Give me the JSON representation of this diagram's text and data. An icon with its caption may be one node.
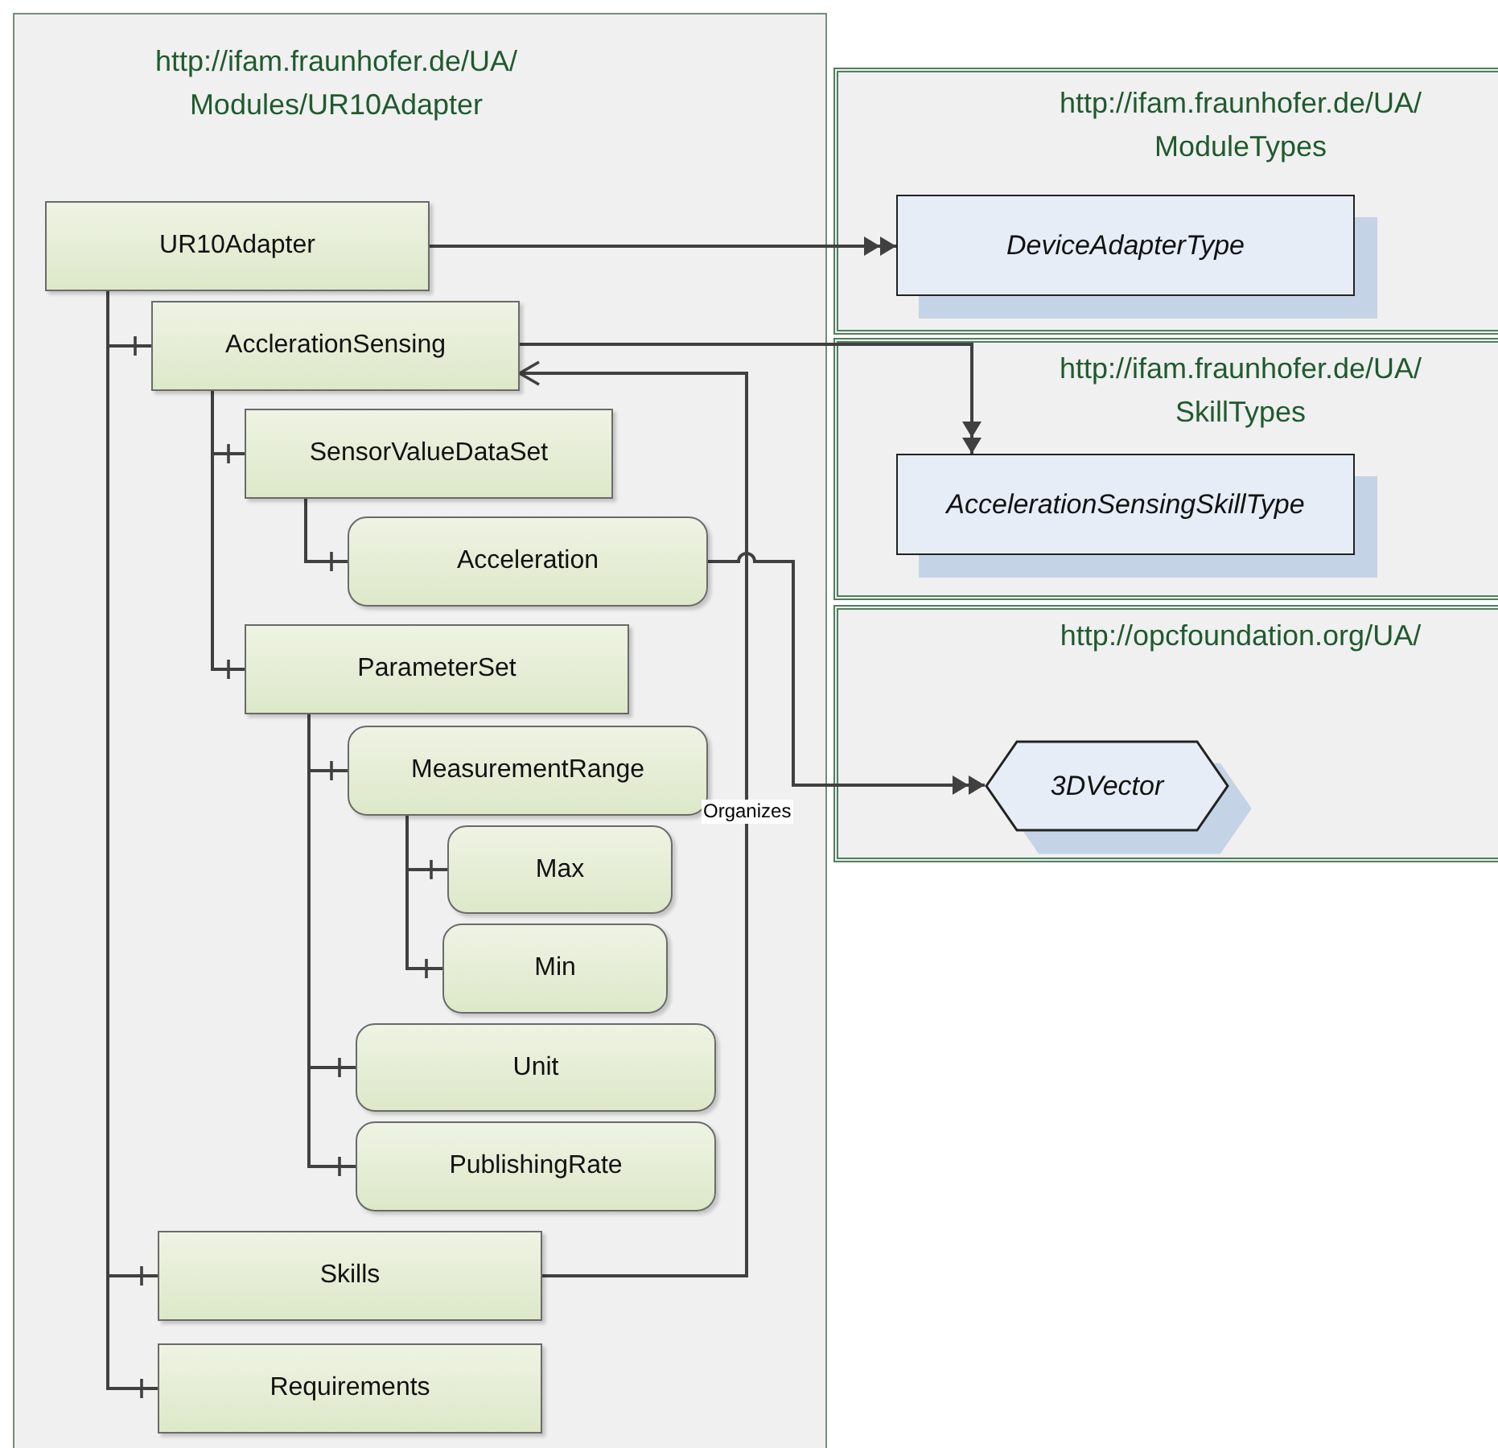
{
  "diagram": {
    "nodes": [
      {
        "text": [
          "http://ifam.fraunhofer.de/UA/ Modules/UR10Adapter"
        ]
      },
      {
        "text": [
          "UR10Adapter"
        ],
        "in": 0
      },
      {
        "text": [
          "AcclerationSensing"
        ],
        "in": 0
      },
      {
        "text": [
          "SensorValueDataSet"
        ],
        "in": 0
      },
      {
        "text": [
          "Acceleration"
        ],
        "in": 0
      },
      {
        "text": [
          "ParameterSet"
        ],
        "in": 0
      },
      {
        "text": [
          "MeasurementRange"
        ],
        "in": 0
      },
      {
        "text": [
          "Max"
        ],
        "in": 0
      },
      {
        "text": [
          "Min"
        ],
        "in": 0
      },
      {
        "text": [
          "Unit"
        ],
        "in": 0
      },
      {
        "text": [
          "PublishingRate"
        ],
        "in": 0
      },
      {
        "text": [
          "Skills"
        ],
        "in": 0
      },
      {
        "text": [
          "Requirements"
        ],
        "in": 0
      },
      {
        "text": [
          "http://ifam.fraunhofer.de/UA/ ModuleTypes"
        ]
      },
      {
        "text": [
          "DeviceAdapterType"
        ],
        "in": 13
      },
      {
        "text": [
          "http://ifam.fraunhofer.de/UA/ SkillTypes"
        ]
      },
      {
        "text": [
          "AccelerationSensingSkillType"
        ],
        "in": 15
      },
      {
        "text": [
          "http://opcfoundation.org/UA/"
        ]
      },
      {
        "text": [
          "3DVector"
        ],
        "in": 17
      }
    ],
    "edges": [
      {
        "from": 1,
        "to": 14,
        "arrow": "to"
      },
      {
        "from": 1,
        "to": 2,
        "arrow": "other"
      },
      {
        "from": 1,
        "to": 11,
        "arrow": "other"
      },
      {
        "from": 1,
        "to": 12,
        "arrow": "other"
      },
      {
        "from": 2,
        "to": 16,
        "arrow": "to"
      },
      {
        "from": 2,
        "to": 3,
        "arrow": "other"
      },
      {
        "from": 2,
        "to": 5,
        "arrow": "other"
      },
      {
        "from": 3,
        "to": 4,
        "arrow": "other"
      },
      {
        "from": 4,
        "to": 18,
        "arrow": "to"
      },
      {
        "from": 5,
        "to": 6,
        "arrow": "other"
      },
      {
        "from": 5,
        "to": 9,
        "arrow": "other"
      },
      {
        "from": 5,
        "to": 10,
        "arrow": "other"
      },
      {
        "from": 6,
        "to": 7,
        "arrow": "other"
      },
      {
        "from": 6,
        "to": 8,
        "arrow": "other"
      },
      {
        "from": 11,
        "to": 2,
        "arrow": "to",
        "label": "Organizes"
      }
    ]
  }
}
